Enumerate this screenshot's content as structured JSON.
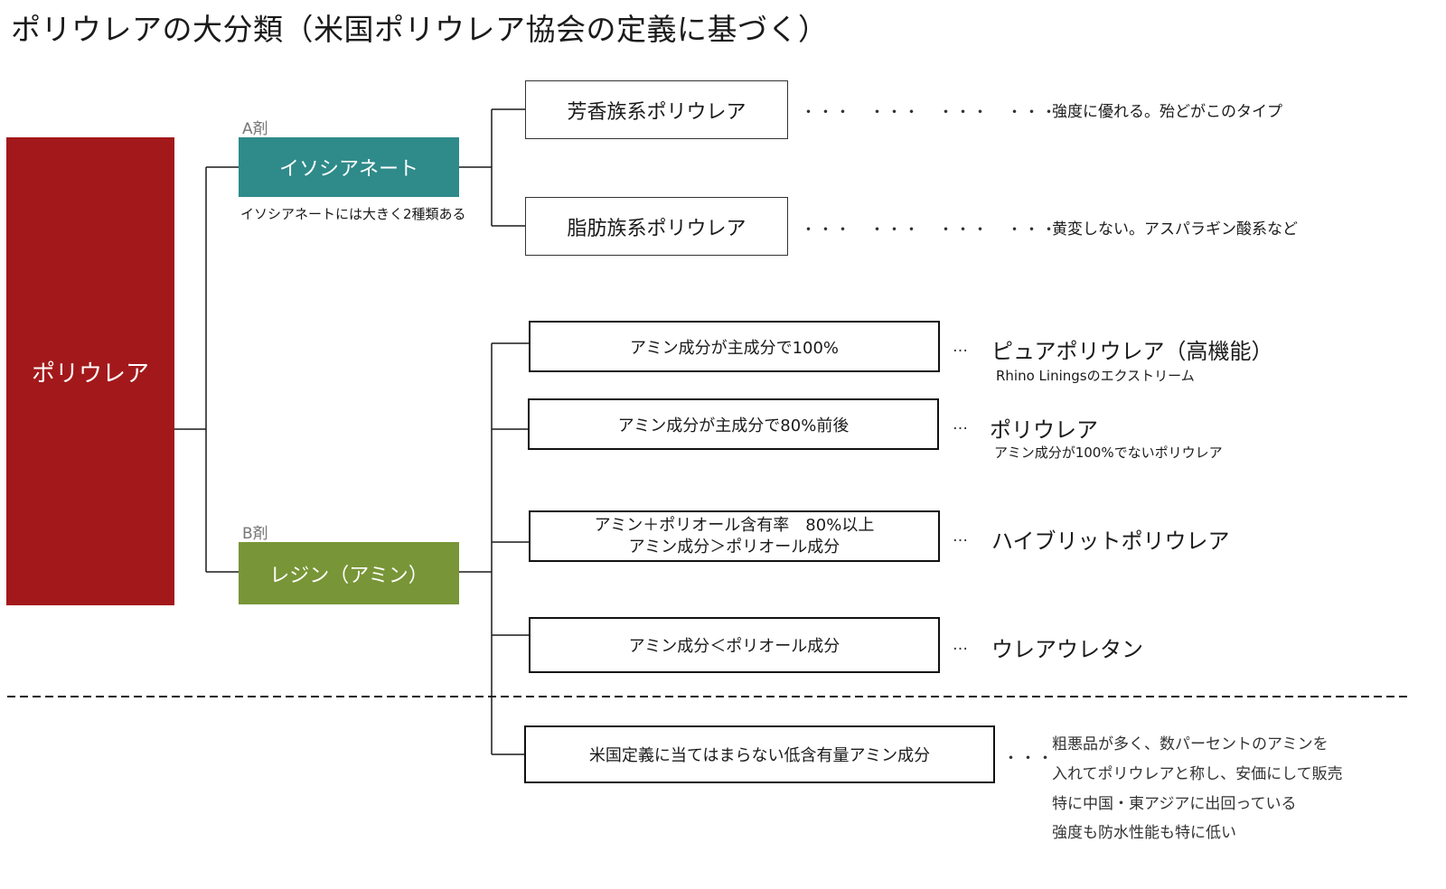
{
  "title": "ポリウレアの大分類（米国ポリウレア協会の定義に基づく）",
  "root": {
    "label": "ポリウレア",
    "color": "#a3191b"
  },
  "agent_a": {
    "tag": "A剤",
    "label": "イソシアネート",
    "color": "#2f8a8a",
    "note": "イソシアネートには大きく2種類ある",
    "children": [
      {
        "label": "芳香族系ポリウレア",
        "dots": "・・・　・・・　・・・　・・・",
        "desc": "強度に優れる。殆どがこのタイプ"
      },
      {
        "label": "脂肪族系ポリウレア",
        "dots": "・・・　・・・　・・・　・・・",
        "desc": "黄変しない。アスパラギン酸系など"
      }
    ]
  },
  "agent_b": {
    "tag": "B剤",
    "label": "レジン（アミン）",
    "color": "#789537",
    "children": [
      {
        "label": "アミン成分が主成分で100%",
        "dots": "…",
        "result": "ピュアポリウレア（高機能）",
        "result_sub": "Rhino Liningsのエクストリーム"
      },
      {
        "label": "アミン成分が主成分で80%前後",
        "dots": "…",
        "result": "ポリウレア",
        "result_sub": "アミン成分が100%でないポリウレア"
      },
      {
        "label_lines": [
          "アミン＋ポリオール含有率　80%以上",
          "アミン成分＞ポリオール成分"
        ],
        "dots": "…",
        "result": "ハイブリットポリウレア"
      },
      {
        "label": "アミン成分＜ポリオール成分",
        "dots": "…",
        "result": "ウレアウレタン"
      }
    ]
  },
  "outside": {
    "label": "米国定義に当てはまらない低含有量アミン成分",
    "dots": "・・・",
    "lines": [
      "粗悪品が多く、数パーセントのアミンを",
      "入れてポリウレアと称し、安価にして販売",
      "特に中国・東アジアに出回っている",
      "強度も防水性能も特に低い"
    ]
  }
}
